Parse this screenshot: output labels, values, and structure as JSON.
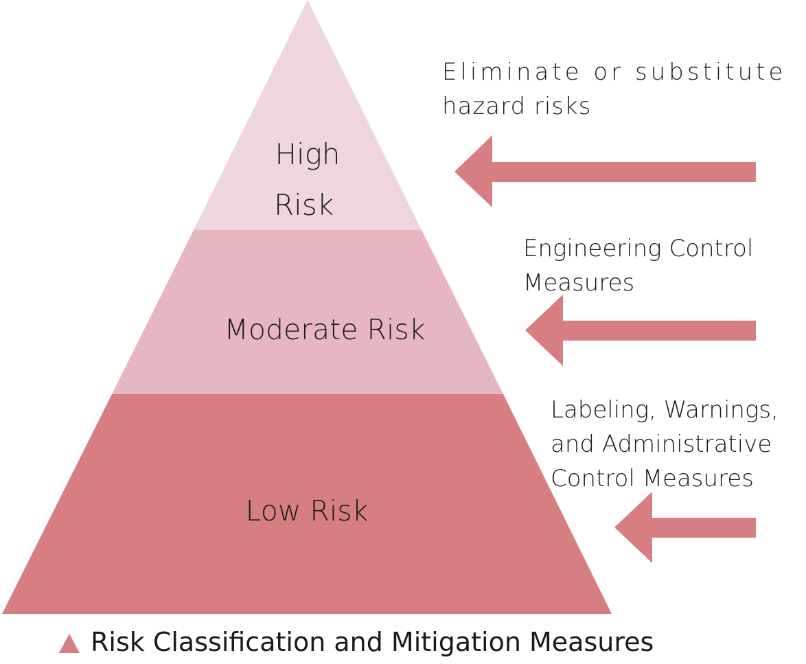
{
  "colors": {
    "tier_high": "#efd5df",
    "tier_moderate": "#e6b7c0",
    "tier_low": "#d67e82",
    "arrow": "#d67e82",
    "text": "#1a1a1a"
  },
  "pyramid": {
    "tiers": [
      {
        "label_line1": "High",
        "label_line2": "Risk"
      },
      {
        "label": "Moderate Risk"
      },
      {
        "label": "Low Risk"
      }
    ]
  },
  "measures": [
    {
      "line1": "Eliminate or substitute",
      "line2": "hazard risks"
    },
    {
      "line1": "Engineering Control",
      "line2": "Measures"
    },
    {
      "line1": "Labeling, Warnings,",
      "line2": "and Administrative",
      "line3": "Control Measures"
    }
  ],
  "legend": {
    "marker_icon": "triangle-icon",
    "label": "Risk Classification and Mitigation Measures"
  }
}
